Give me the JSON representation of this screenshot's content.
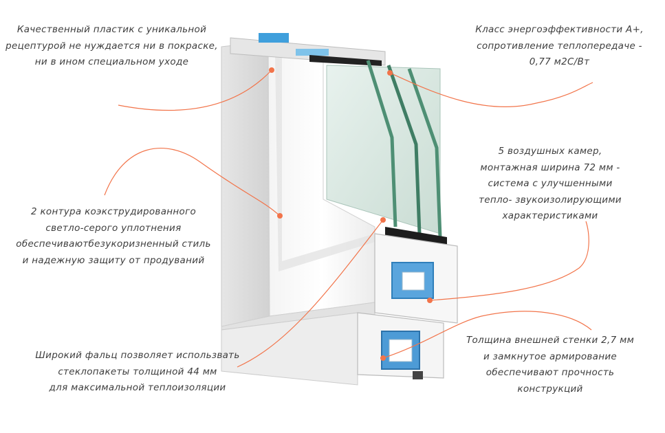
{
  "accent_color": "#f2744a",
  "callouts": {
    "plastic": {
      "icon": "plastic-quality-callout",
      "lines": [
        "Качественный пластик с уникальной",
        "рецептурой не нуждается ни в покраске,",
        "ни в ином специальном уходе"
      ]
    },
    "seals": {
      "lines": [
        "2 контура коэкструдированного",
        "светло-серого уплотнения",
        "обеспечиваютбезукоризненный стиль",
        "и надежную защиту от продуваний"
      ]
    },
    "rebate": {
      "lines": [
        "Широкий фальц позволяет использвать",
        "стеклопакеты толщиной 44 мм",
        "для максимальной теплоизоляции"
      ]
    },
    "energy": {
      "lines": [
        "Класс энергоэффективности А+,",
        "сопротивление теплопередаче -",
        "0,77 м2С/Вт"
      ]
    },
    "chambers": {
      "lines": [
        "5 воздушных камер,",
        "монтажная ширина 72 мм -",
        "система с улучшенными",
        "тепло- звукоизолирующими",
        "характеристиками"
      ]
    },
    "wall": {
      "lines": [
        "Толщина внешней стенки 2,7 мм",
        "и замкнутое армирование",
        "обеспечивают прочность",
        "конструкций"
      ]
    }
  }
}
